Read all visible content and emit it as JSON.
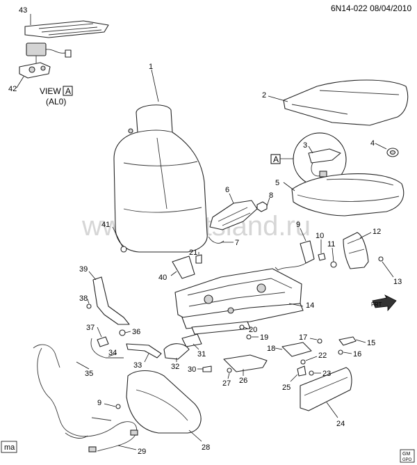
{
  "header": {
    "code": "6N14-022",
    "date": "08/04/2010"
  },
  "view_label": {
    "view": "VIEW",
    "letter": "A",
    "variant": "(AL0)"
  },
  "callout_letter": "A",
  "watermark": "www.gpartsland.ru",
  "corner_tag": "ma",
  "arrow_label": "FRT",
  "logo_lines": [
    "GM",
    "GPO"
  ],
  "callouts": [
    "1",
    "2",
    "3",
    "4",
    "5",
    "6",
    "7",
    "8",
    "9",
    "10",
    "11",
    "12",
    "13",
    "14",
    "15",
    "16",
    "17",
    "18",
    "19",
    "20",
    "21",
    "22",
    "23",
    "24",
    "25",
    "26",
    "27",
    "28",
    "29",
    "30",
    "31",
    "32",
    "33",
    "34",
    "35",
    "36",
    "37",
    "38",
    "39",
    "40",
    "41",
    "42",
    "43"
  ]
}
